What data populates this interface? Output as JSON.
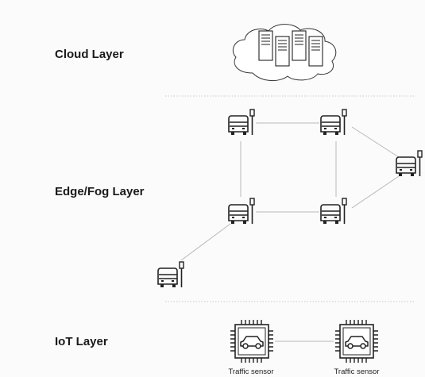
{
  "layers": {
    "cloud": "Cloud Layer",
    "edge": "Edge/Fog Layer",
    "iot": "IoT Layer"
  },
  "sensors": [
    {
      "label": "Traffic sensor"
    },
    {
      "label": "Traffic sensor"
    }
  ],
  "icons": {
    "cloud": "cloud-server-icon",
    "edge_node": "bus-stop-node-icon",
    "sensor": "car-chip-sensor-icon"
  },
  "colors": {
    "icon_stroke": "#222222",
    "link": "#b8b8b8",
    "separator": "#c8c8c8",
    "background": "#fbfbfb"
  }
}
